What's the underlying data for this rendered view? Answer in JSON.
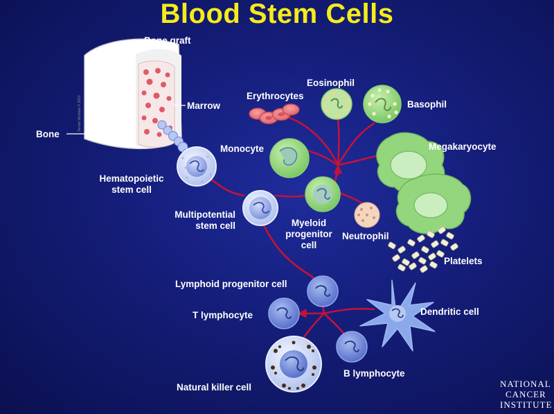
{
  "title": "Blood Stem Cells",
  "labels": {
    "bone_graft": "Bone graft",
    "marrow": "Marrow",
    "bone": "Bone",
    "hematopoietic": "Hematopoietic\nstem cell",
    "multipotential": "Multipotential\nstem cell",
    "erythrocytes": "Erythrocytes",
    "eosinophil": "Eosinophil",
    "basophil": "Basophil",
    "monocyte": "Monocyte",
    "megakaryocyte": "Megakaryocyte",
    "myeloid": "Myeloid\nprogenitor\ncell",
    "neutrophil": "Neutrophil",
    "platelets": "Platelets",
    "lymphoid": "Lymphoid progenitor cell",
    "t_lymphocyte": "T lymphocyte",
    "dendritic": "Dendritic cell",
    "b_lymphocyte": "B lymphocyte",
    "nk": "Natural killer cell",
    "credit": "Terese Winslow © 2001"
  },
  "logo": {
    "line1": "NATIONAL",
    "line2": "CANCER",
    "line3": "INSTITUTE"
  },
  "colors": {
    "title": "#f5ec1a",
    "background": "#141d78",
    "arrow": "#c4123a",
    "label": "#ffffff"
  }
}
